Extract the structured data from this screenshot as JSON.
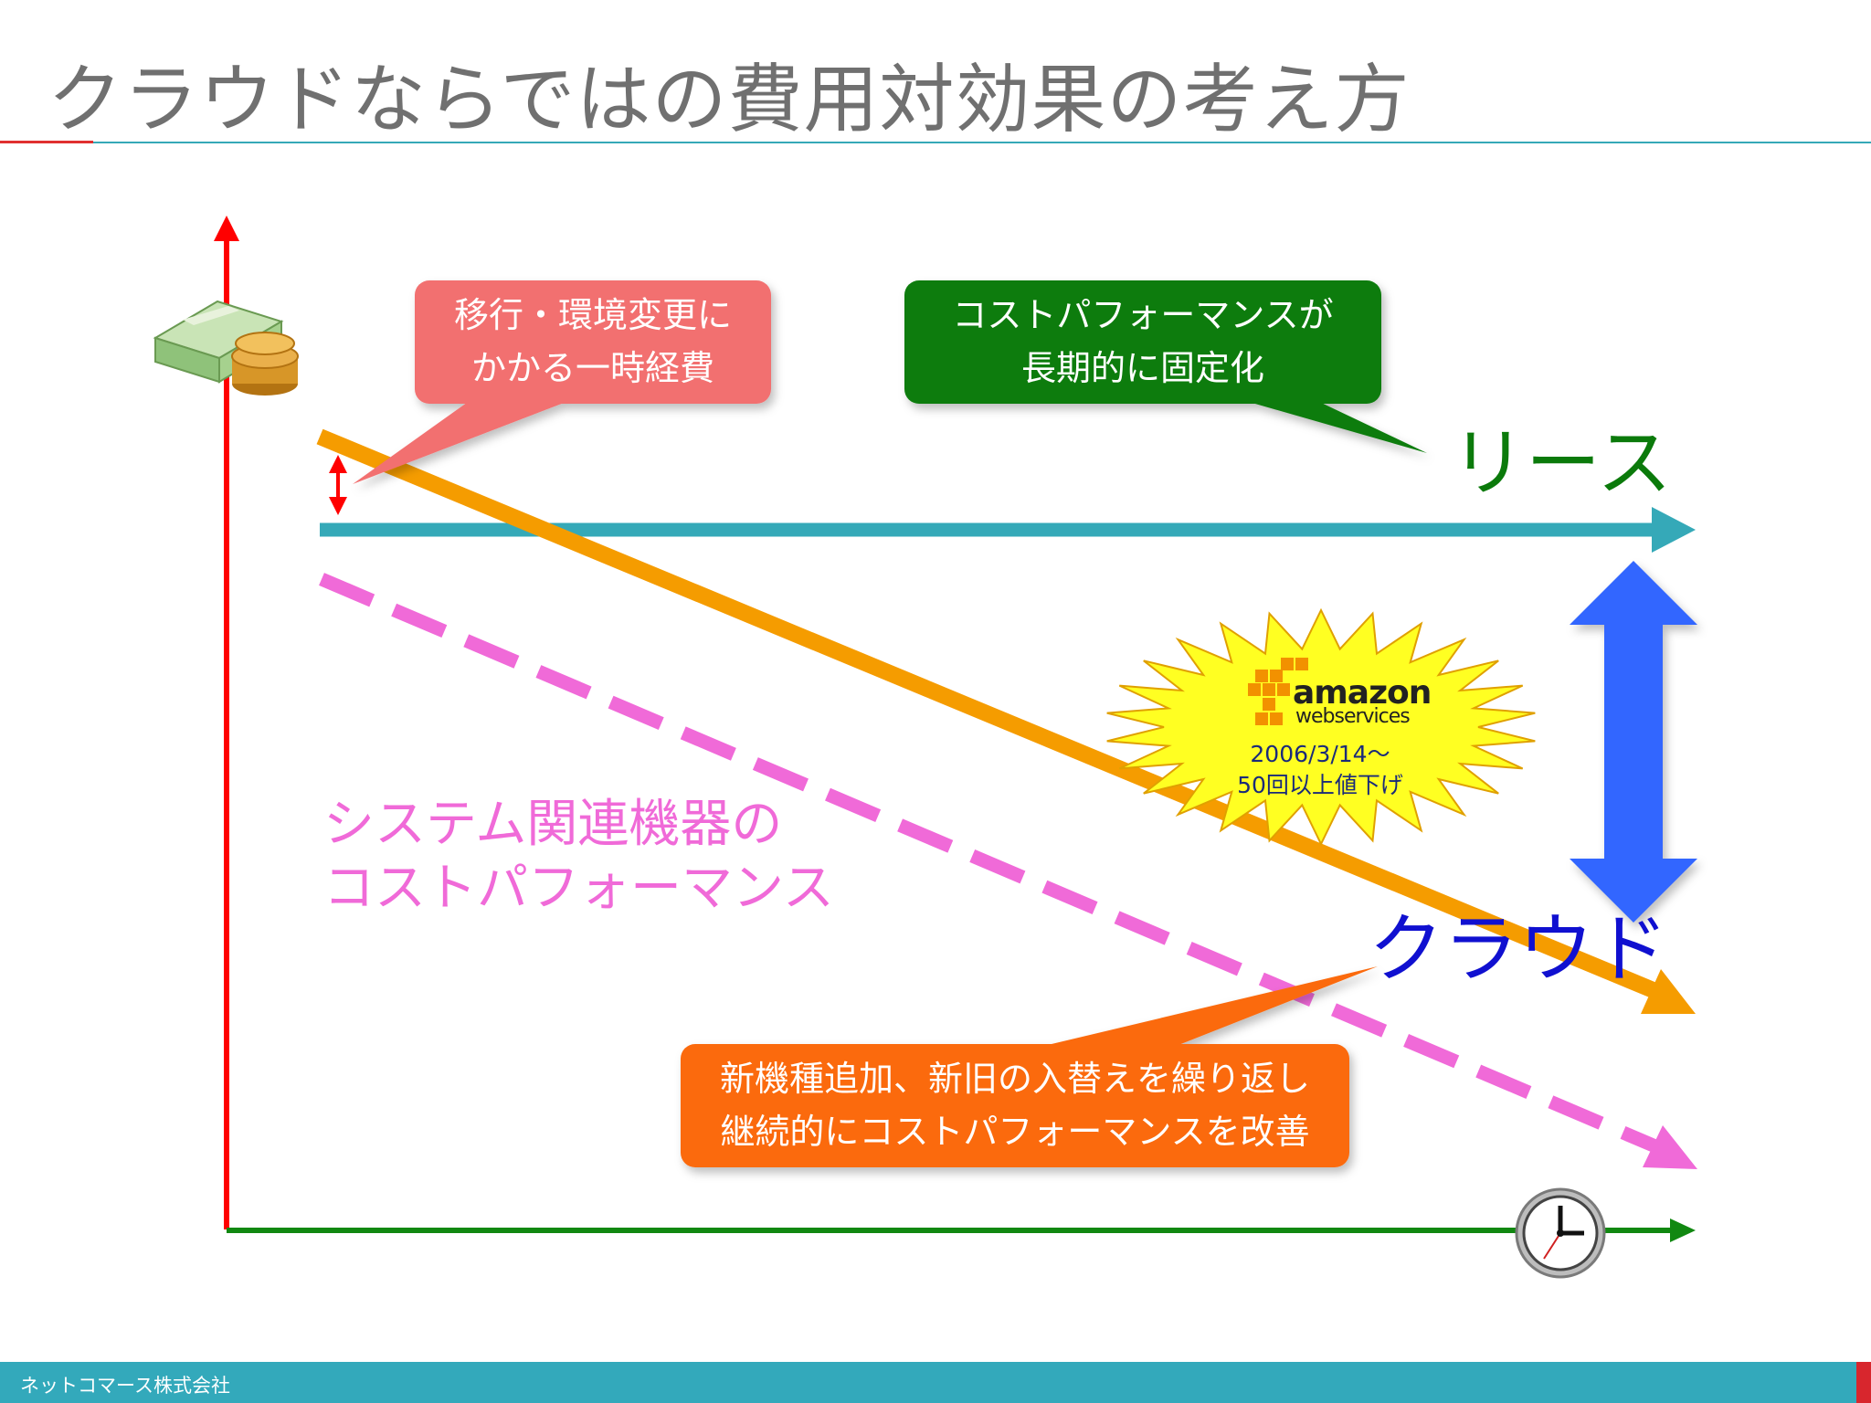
{
  "slide": {
    "title": "クラウドならではの費用対効果の考え方"
  },
  "callouts": {
    "migration_cost": [
      "移行・環境変更に",
      "かかる一時経費"
    ],
    "lease_fixed": [
      "コストパフォーマンスが",
      "長期的に固定化"
    ],
    "cloud_improve": [
      "新機種追加、新旧の入替えを繰り返し",
      "継続的にコストパフォーマンスを改善"
    ]
  },
  "labels": {
    "lease": "リース",
    "cloud": "クラウド",
    "system_cost_perf": [
      "システム関連機器の",
      "コストパフォーマンス"
    ]
  },
  "aws_badge": {
    "logo_word": "amazon",
    "logo_sub": "webservices",
    "date_text": "2006/3/14～",
    "price_cut_text": "50回以上値下げ"
  },
  "icons": {
    "y_axis": "money-icon",
    "x_axis": "clock-icon"
  },
  "footer": {
    "company": "ネットコマース株式会社"
  },
  "colors": {
    "accent_red": "#e03030",
    "teal": "#35a9b8",
    "lease_green": "#0b7a0b",
    "cloud_blue": "#1010d0",
    "system_pink": "#f06ad8",
    "cloud_orange": "#f59c00",
    "callout_pink": "#f26f6f",
    "callout_green": "#0a7c0a",
    "callout_orange": "#fb6a0e",
    "gap_arrow_blue": "#3366ff",
    "burst_yellow": "#ffff22"
  }
}
